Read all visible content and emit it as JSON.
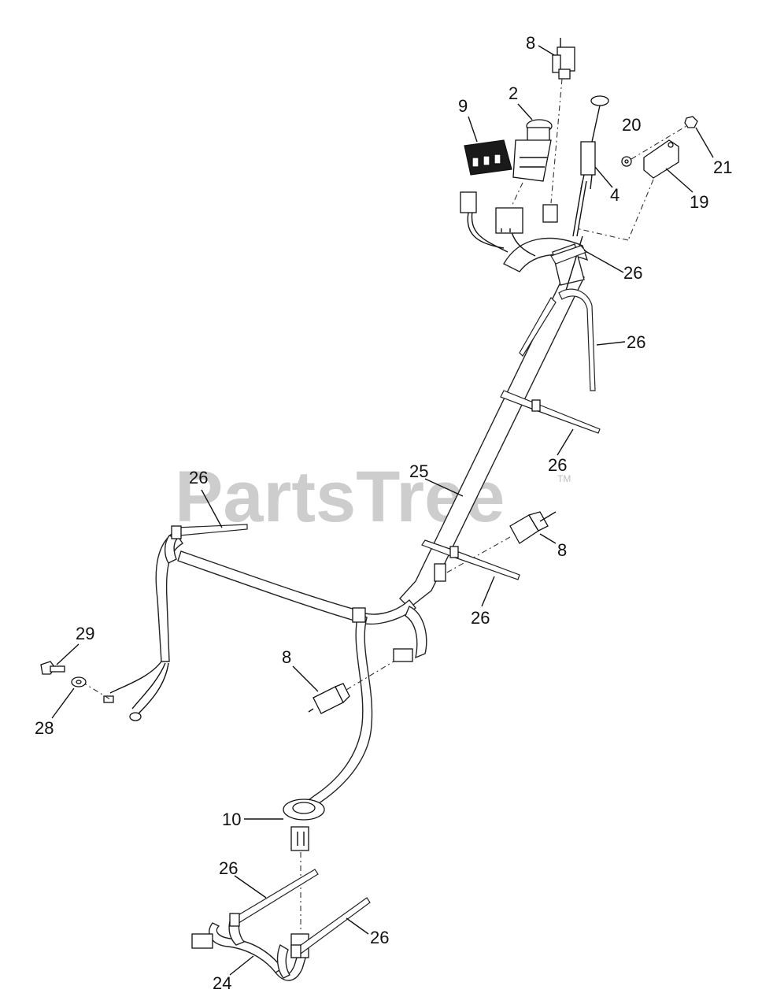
{
  "watermark": {
    "text": "PartsTree",
    "tm": "TM"
  },
  "callouts": {
    "c8_top": "8",
    "c9": "9",
    "c2": "2",
    "c20": "20",
    "c21": "21",
    "c4": "4",
    "c19": "19",
    "c26_a": "26",
    "c26_b": "26",
    "c26_c": "26",
    "c26_d": "26",
    "c25": "25",
    "c8_mid": "8",
    "c26_e": "26",
    "c29": "29",
    "c8_low": "8",
    "c28": "28",
    "c10": "10",
    "c26_f": "26",
    "c26_g": "26",
    "c24": "24"
  }
}
